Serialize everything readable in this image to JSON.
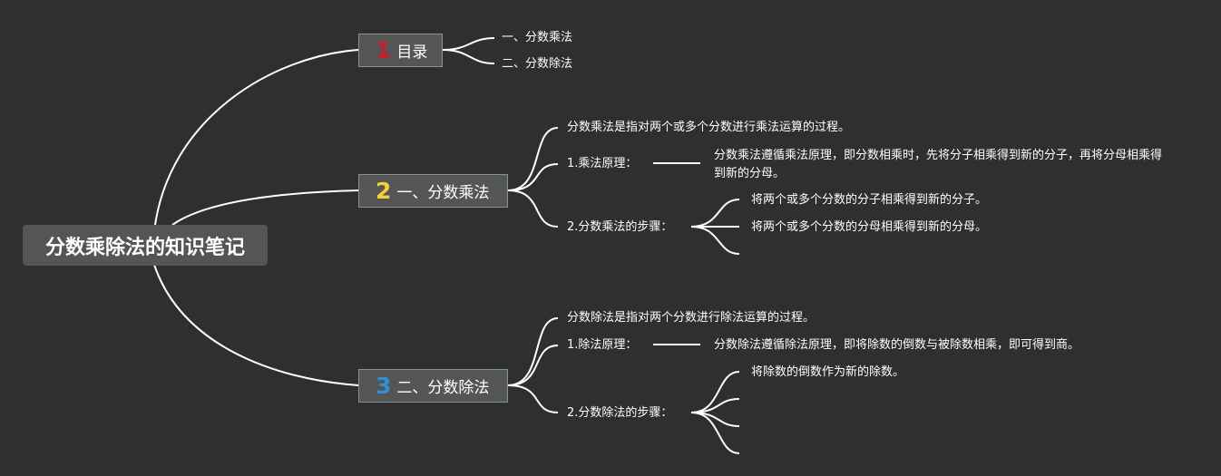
{
  "root": {
    "title": "分数乘除法的知识笔记"
  },
  "colors": {
    "num1": "#c4202c",
    "num2": "#f2d23a",
    "num3": "#2f8fd8"
  },
  "branches": [
    {
      "num": "1",
      "label": "目录",
      "children": [
        "一、分数乘法",
        "二、分数除法"
      ]
    },
    {
      "num": "2",
      "label": "一、分数乘法",
      "definition": "分数乘法是指对两个或多个分数进行乘法运算的过程。",
      "principle": {
        "label": "1.乘法原理：",
        "text": "分数乘法遵循乘法原理，即分数相乘时，先将分子相乘得到新的分子，再将分母相乘得到新的分母。"
      },
      "steps": {
        "label": "2.分数乘法的步骤：",
        "items": [
          "将两个或多个分数的分子相乘得到新的分子。",
          "将两个或多个分数的分母相乘得到新的分母。",
          ""
        ]
      }
    },
    {
      "num": "3",
      "label": "二、分数除法",
      "definition": "分数除法是指对两个分数进行除法运算的过程。",
      "principle": {
        "label": "1.除法原理：",
        "text": "分数除法遵循除法原理，即将除数的倒数与被除数相乘，即可得到商。"
      },
      "steps": {
        "label": "2.分数除法的步骤：",
        "items": [
          "将除数的倒数作为新的除数。",
          "",
          "",
          ""
        ]
      }
    }
  ]
}
